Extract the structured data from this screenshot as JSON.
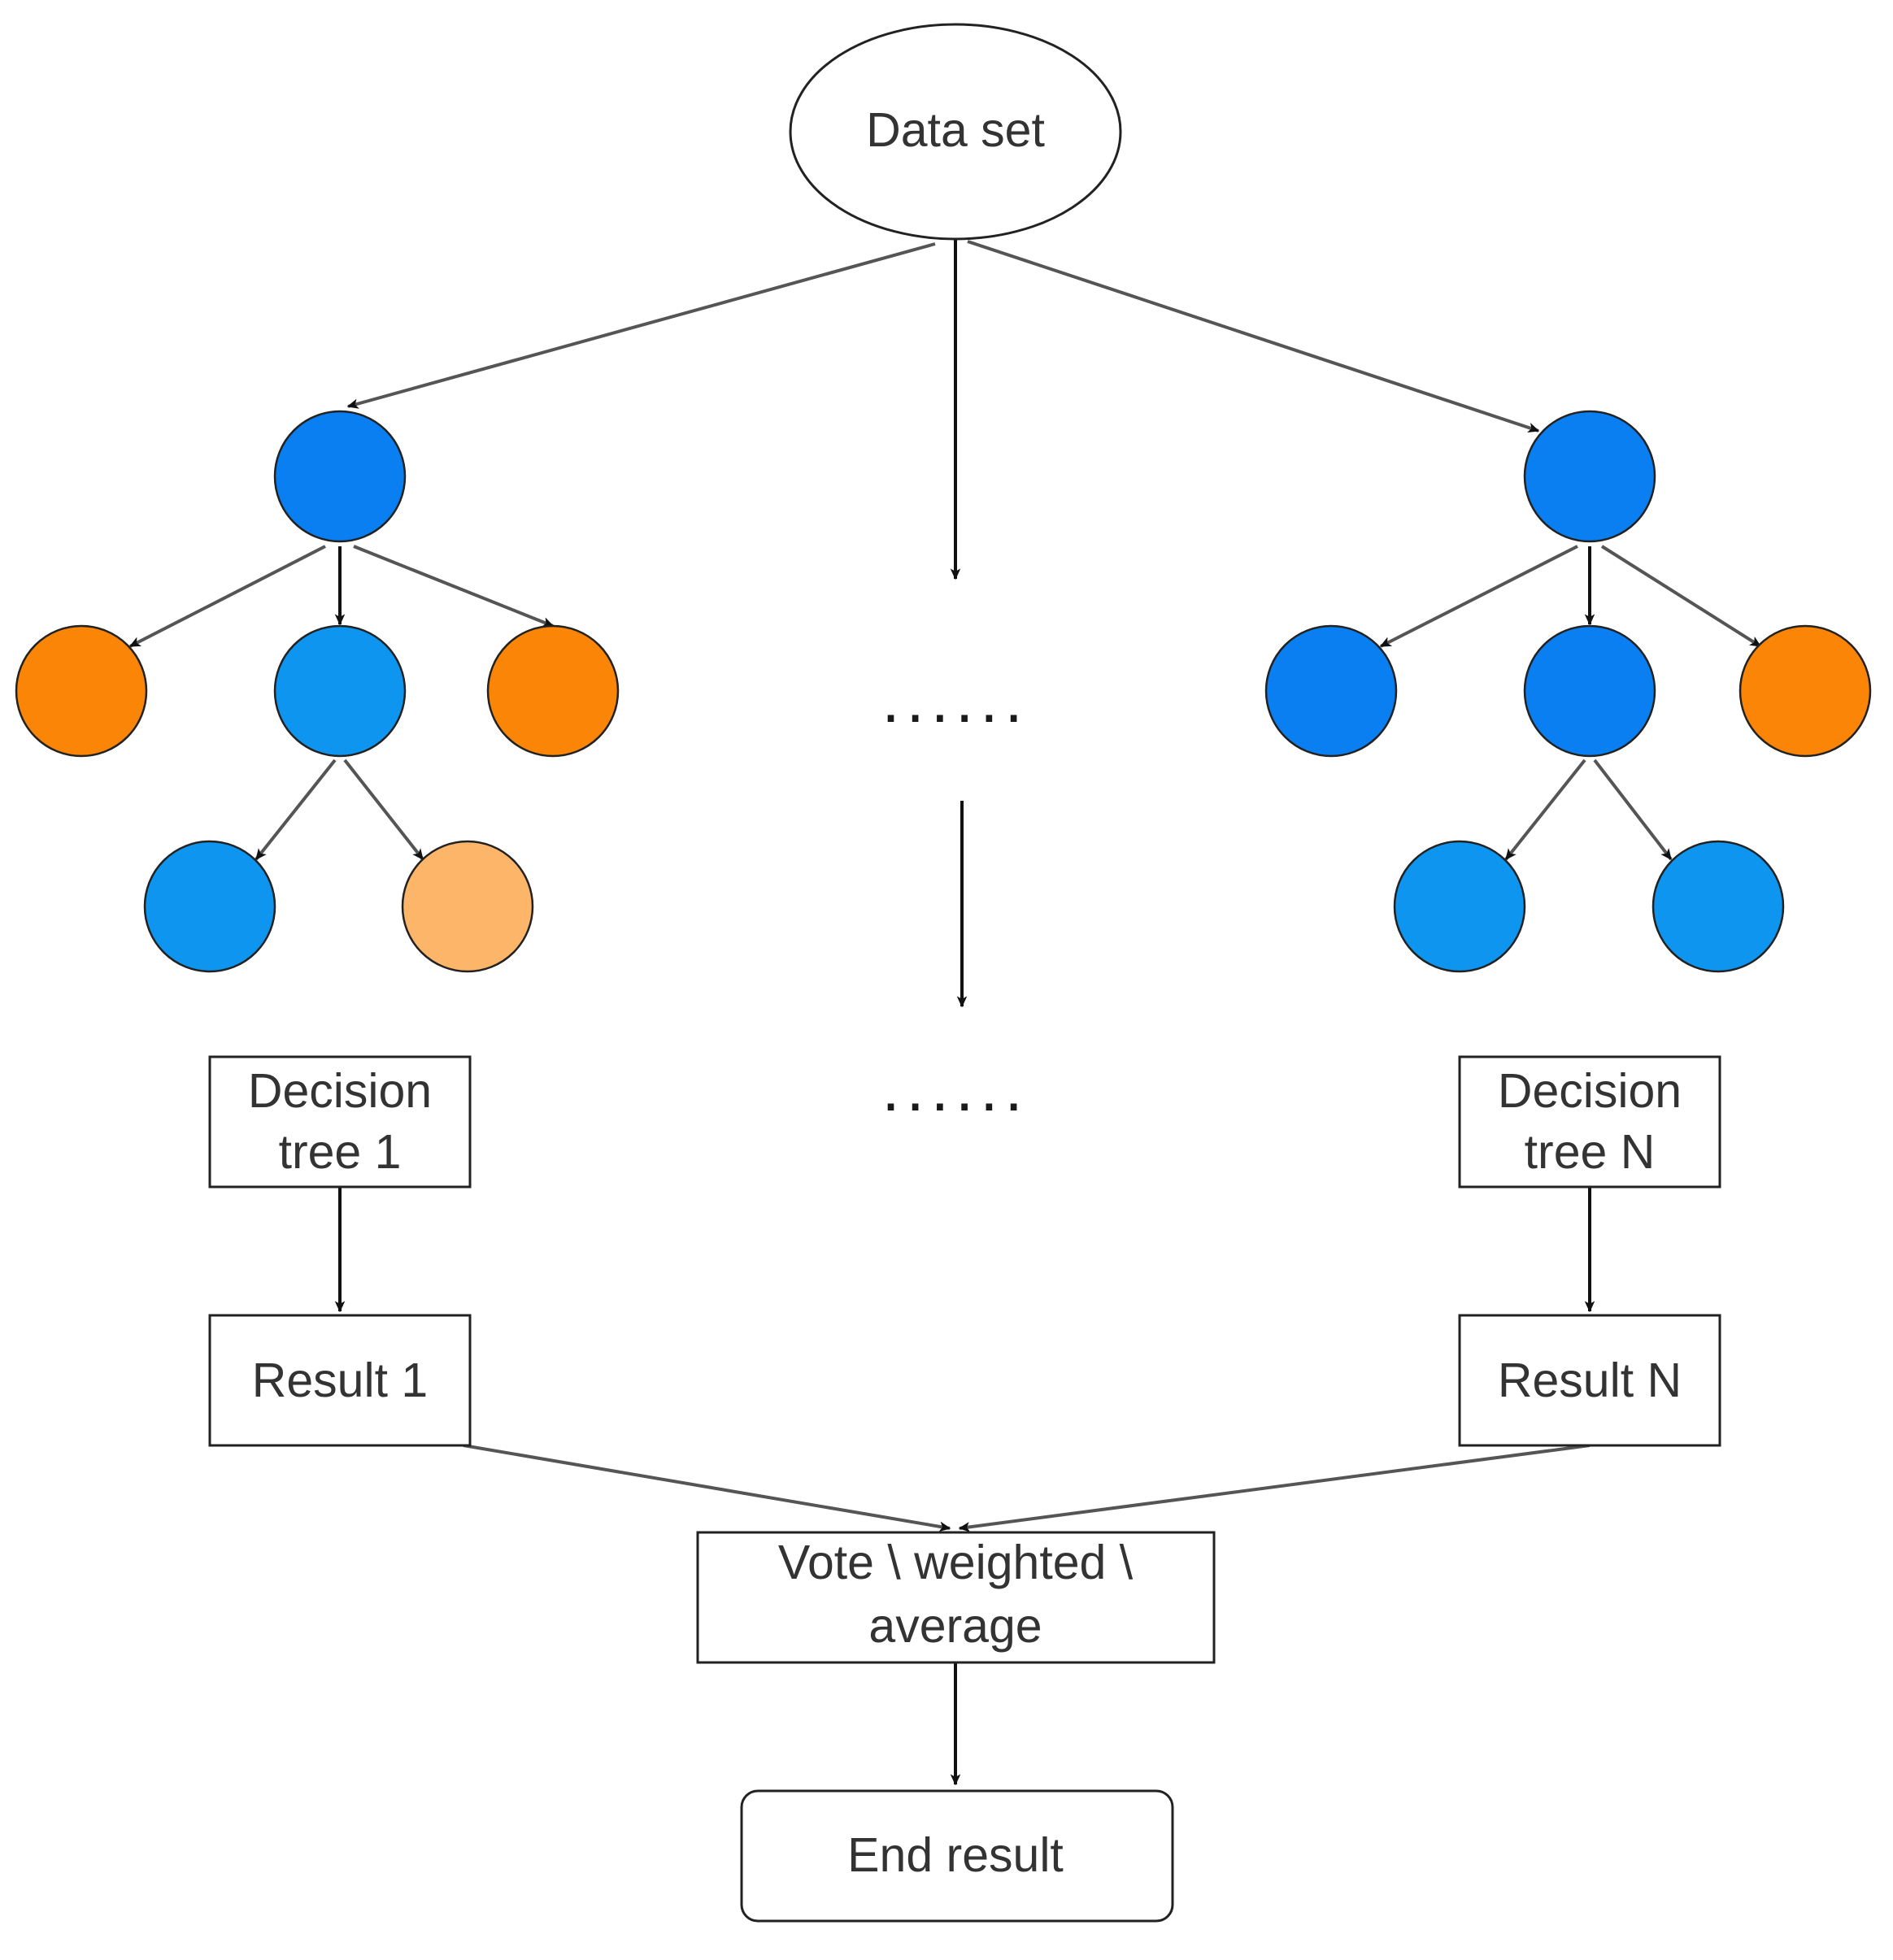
{
  "colors": {
    "blue_dark": "#0a7ff2",
    "blue_light": "#0d95ef",
    "orange": "#fb8507",
    "orange_light": "#fdb56a"
  },
  "labels": {
    "data_set": "Data set",
    "ellipsis_top": "......",
    "ellipsis_bottom": "......",
    "tree1": [
      "Decision",
      "tree 1"
    ],
    "treeN": [
      "Decision",
      "tree N"
    ],
    "result1": "Result 1",
    "resultN": "Result N",
    "vote": [
      "Vote \\ weighted \\",
      "average"
    ],
    "end_result": "End result"
  },
  "trees": {
    "left": {
      "root": "blue_dark",
      "level1": [
        "orange",
        "blue_light",
        "orange"
      ],
      "level2": [
        "blue_light",
        "orange_light"
      ]
    },
    "right": {
      "root": "blue_dark",
      "level1": [
        "blue_dark",
        "blue_dark",
        "orange"
      ],
      "level2": [
        "blue_light",
        "blue_light"
      ]
    }
  }
}
